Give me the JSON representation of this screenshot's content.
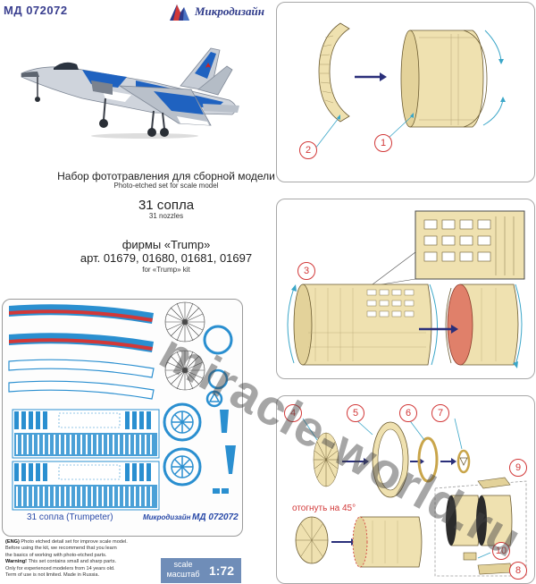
{
  "header": {
    "code": "МД 072072",
    "brand": "Микродизайн"
  },
  "title": {
    "line1_ru": "Набор фототравления для сборной модели",
    "line1_en": "Photo-etched set for scale model",
    "line2_ru": "31 сопла",
    "line2_en": "31 nozzles",
    "line3_ru": "фирмы «Trump»",
    "line4_ru": "арт. 01679, 01680, 01681, 01697",
    "line4_en": "for «Trump» kit"
  },
  "sheet": {
    "caption": "31 сопла (Trumpeter)",
    "brand": "Микродизайн",
    "code": "МД 072072"
  },
  "footer": {
    "eng_tag": "(ENG)",
    "line1": "Photo etched detail set for improve scale model.",
    "line2": "Before using the kit, we recommend that you learn",
    "line3": "the basics of working with photo-etched parts.",
    "warning_tag": "Warning!",
    "line4": "This set contains small and sharp parts.",
    "line5": "Only for experienced modelers from 14 years old.",
    "line6": "Term of use is not limited. Made in Russia."
  },
  "scale": {
    "label_en": "scale",
    "label_ru": "масштаб",
    "value": "1:72"
  },
  "callouts": {
    "c1": "1",
    "c2": "2",
    "c3": "3",
    "c4": "4",
    "c5": "5",
    "c6": "6",
    "c7": "7",
    "c8": "8",
    "c9": "9",
    "c10": "10"
  },
  "bend_note": "отогнуть на 45°",
  "watermark": "miracle-world.ru",
  "colors": {
    "brand_blue": "#2e3a8a",
    "callout_red": "#d23838",
    "part_tan": "#efe1b0",
    "arrow_navy": "#2a2f7a",
    "cyan_arrow": "#3aa6c8",
    "sheet_blue": "#2a8fd0"
  }
}
